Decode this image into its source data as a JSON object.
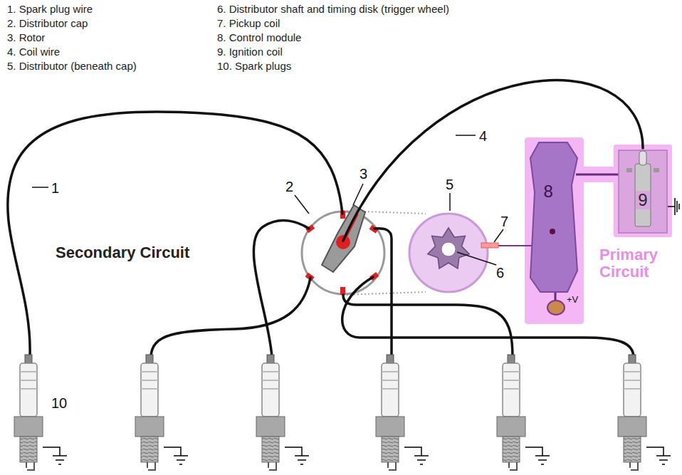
{
  "diagram": {
    "nodes": [
      {
        "text": [
          "8"
        ]
      },
      {
        "text": [
          "9"
        ]
      }
    ],
    "edges": [
      {
        "from": 0,
        "to": 1,
        "arrow": "none"
      }
    ],
    "labels": [
      "1. Spark plug wire",
      "2. Distributor cap",
      "3. Rotor",
      "4. Coil wire",
      "5. Distributor (beneath cap)",
      "6. Distributor shaft and timing disk (trigger wheel)",
      "7. Pickup coil",
      "8. Control module",
      "9. Ignition coil",
      "10. Spark plugs",
      "1",
      "2",
      "3",
      "4",
      "5",
      "6",
      "7",
      "10",
      "Secondary Circuit",
      "Primary Circuit",
      "+V"
    ]
  }
}
